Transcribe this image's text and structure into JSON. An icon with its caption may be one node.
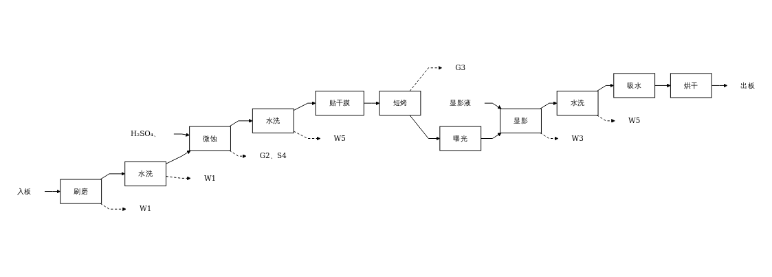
{
  "diagram": {
    "nodes": [
      {
        "text": [
          "入板"
        ]
      },
      {
        "text": [
          "刷磨"
        ]
      },
      {
        "text": [
          "水洗"
        ]
      },
      {
        "text": [
          "H₂SO₄、"
        ]
      },
      {
        "text": [
          "微蚀"
        ]
      },
      {
        "text": [
          "水洗"
        ]
      },
      {
        "text": [
          "贴干膜"
        ]
      },
      {
        "text": [
          "短烤"
        ]
      },
      {
        "text": [
          "W1"
        ]
      },
      {
        "text": [
          "W1"
        ]
      },
      {
        "text": [
          "G2、S4"
        ]
      },
      {
        "text": [
          "W5"
        ]
      },
      {
        "text": [
          "G3"
        ]
      },
      {
        "text": [
          "显影液"
        ]
      },
      {
        "text": [
          "出板"
        ]
      },
      {
        "text": [
          "烘干"
        ]
      },
      {
        "text": [
          "吸水"
        ]
      },
      {
        "text": [
          "水洗"
        ]
      },
      {
        "text": [
          "显影"
        ]
      },
      {
        "text": [
          "曝光"
        ]
      },
      {
        "text": [
          "W5"
        ]
      },
      {
        "text": [
          "W3"
        ]
      }
    ],
    "edges": [
      {
        "from": 0,
        "to": 1,
        "arrow": "to"
      },
      {
        "from": 1,
        "to": 2,
        "arrow": "to"
      },
      {
        "from": 2,
        "to": 4,
        "arrow": "to"
      },
      {
        "from": 3,
        "to": 4,
        "arrow": "to"
      },
      {
        "from": 4,
        "to": 5,
        "arrow": "to"
      },
      {
        "from": 5,
        "to": 6,
        "arrow": "to"
      },
      {
        "from": 6,
        "to": 7,
        "arrow": "to"
      },
      {
        "from": 1,
        "to": 8,
        "arrow": "to",
        "style": "dashed"
      },
      {
        "from": 2,
        "to": 9,
        "arrow": "to",
        "style": "dashed"
      },
      {
        "from": 4,
        "to": 10,
        "arrow": "to",
        "style": "dashed"
      },
      {
        "from": 5,
        "to": 11,
        "arrow": "to",
        "style": "dashed"
      },
      {
        "from": 7,
        "to": 12,
        "arrow": "to",
        "style": "dashed"
      },
      {
        "from": 7,
        "to": 19,
        "arrow": "to"
      },
      {
        "from": 19,
        "to": 18,
        "arrow": "to"
      },
      {
        "from": 13,
        "to": 18,
        "arrow": "to"
      },
      {
        "from": 18,
        "to": 17,
        "arrow": "to"
      },
      {
        "from": 17,
        "to": 16,
        "arrow": "to"
      },
      {
        "from": 16,
        "to": 15,
        "arrow": "to"
      },
      {
        "from": 15,
        "to": 14,
        "arrow": "to"
      },
      {
        "from": 17,
        "to": 20,
        "arrow": "to",
        "style": "dashed"
      },
      {
        "from": 18,
        "to": 21,
        "arrow": "to",
        "style": "dashed"
      }
    ]
  }
}
